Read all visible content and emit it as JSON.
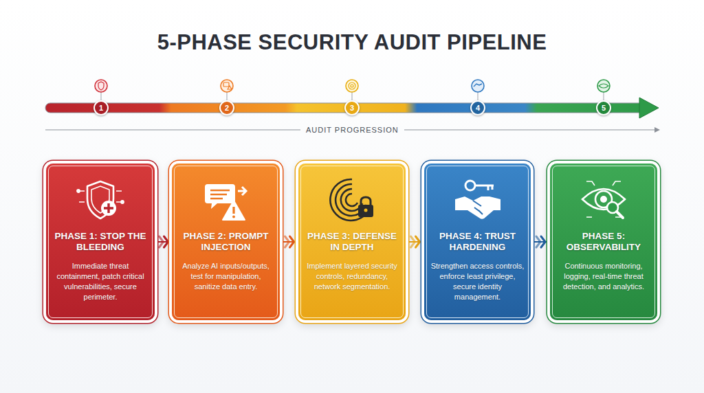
{
  "diagram": {
    "title": "5-PHASE SECURITY AUDIT PIPELINE",
    "nodes": [
      {
        "text": [
          "1"
        ]
      },
      {
        "text": [
          "2"
        ]
      },
      {
        "text": [
          "3"
        ]
      },
      {
        "text": [
          "4"
        ]
      },
      {
        "text": [
          "5"
        ]
      },
      {
        "text": [
          "PHASE 1: STOP THE BLEEDING",
          "Immediate threat containment, patch critical vulnerabilities, secure perimeter."
        ]
      },
      {
        "text": [
          "PHASE 2: PROMPT INJECTION",
          "Analyze AI inputs/outputs, test for manipulation, sanitize data entry."
        ]
      },
      {
        "text": [
          "PHASE 3: DEFENSE IN DEPTH",
          "Implement layered security controls, redundancy, network segmentation."
        ]
      },
      {
        "text": [
          "PHASE 4: TRUST HARDENING",
          "Strengthen access controls, enforce least privilege, secure identity management."
        ]
      },
      {
        "text": [
          "PHASE 5: OBSERVABILITY",
          "Continuous monitoring, logging, real-time threat detection, and analytics."
        ]
      }
    ],
    "edges": [
      {
        "from": 5,
        "to": 6,
        "arrow": "to"
      },
      {
        "from": 6,
        "to": 7,
        "arrow": "to"
      },
      {
        "from": 7,
        "to": 8,
        "arrow": "to"
      },
      {
        "from": 8,
        "to": 9,
        "arrow": "to"
      }
    ],
    "labels": [
      "AUDIT PROGRESSION"
    ]
  }
}
